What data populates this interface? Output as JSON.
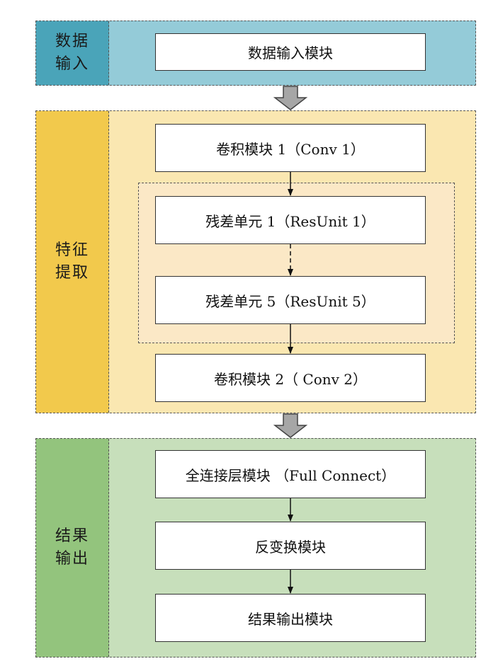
{
  "sections": {
    "input": {
      "label": "数据输入",
      "color": "#94cbd8",
      "label_color": "#4aa4b9"
    },
    "feature": {
      "label": "特征提取",
      "color": "#fae7b1",
      "label_color": "#f2c94c"
    },
    "output": {
      "label": "结果输出",
      "color": "#c7dfbb",
      "label_color": "#93c47d"
    }
  },
  "boxes": {
    "data_input": "数据输入模块",
    "conv1": "卷积模块 1（Conv 1）",
    "resunit1": "残差单元 1（ResUnit 1）",
    "resunit5": "残差单元 5（ResUnit 5）",
    "conv2": "卷积模块 2（ Conv 2）",
    "full_connect": "全连接层模块 （Full Connect）",
    "inverse_transform": "反变换模块",
    "result_output": "结果输出模块"
  }
}
